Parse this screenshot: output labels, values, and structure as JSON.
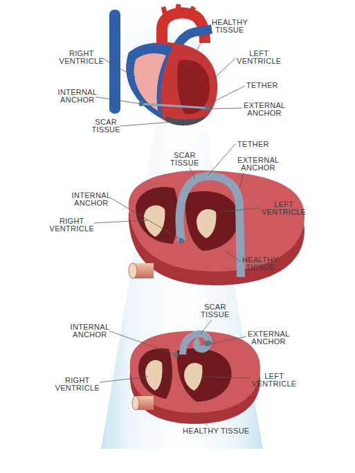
{
  "diagram": {
    "labels": [
      "HEALTHY TISSUE",
      "RIGHT VENTRICLE",
      "LEFT VENTRICLE",
      "TETHER",
      "INTERNAL ANCHOR",
      "EXTERNAL ANCHOR",
      "SCAR TISSUE",
      "SCAR TISSUE",
      "TETHER",
      "EXTERNAL ANCHOR",
      "INTERNAL ANCHOR",
      "LEFT VENTRICLE",
      "RIGHT VENTRICLE",
      "HEALTHY TISSUE",
      "SCAR TISSUE",
      "INTERNAL ANCHOR",
      "EXTERNAL ANCHOR",
      "RIGHT VENTRICLE",
      "LEFT VENTRICLE",
      "HEALTHY TISSUE"
    ]
  }
}
